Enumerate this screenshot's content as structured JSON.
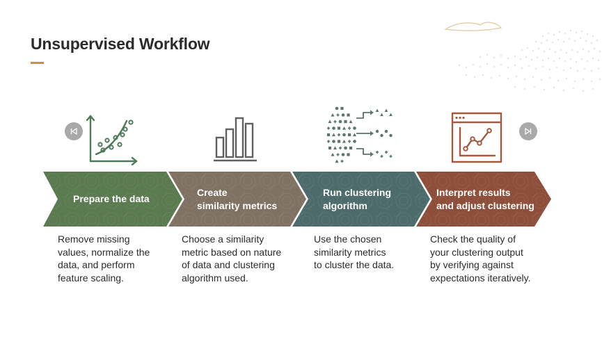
{
  "page": {
    "title": "Unsupervised Workflow"
  },
  "steps": [
    {
      "label_line1": "Prepare the data",
      "label_line2": "",
      "description": "Remove missing\nvalues, normalize the\ndata, and perform\nfeature scaling.",
      "icon": "scatter-plot-icon",
      "color": "#5a7a4f"
    },
    {
      "label_line1": "Create",
      "label_line2": "similarity metrics",
      "description": "Choose a similarity\nmetric based on nature\nof data and clustering\nalgorithm used.",
      "icon": "bar-chart-icon",
      "color": "#7f7263"
    },
    {
      "label_line1": "Run clustering",
      "label_line2": "algorithm",
      "description": "Use the chosen\nsimilarity metrics\nto cluster the data.",
      "icon": "clustering-shapes-icon",
      "color": "#4e6b6b"
    },
    {
      "label_line1": "Interpret results",
      "label_line2": "and adjust clustering",
      "description": "Check the quality of\nyour clustering output\nby verifying against\nexpectations iteratively.",
      "icon": "line-chart-window-icon",
      "color": "#8e4f3a"
    }
  ],
  "navigation": {
    "prev_icon": "skip-previous-icon",
    "next_icon": "skip-next-icon"
  },
  "colors": {
    "accent": "#c9923c",
    "icon_green": "#4f7a5a",
    "icon_gray": "#5f5f5f",
    "icon_teal": "#5b7470",
    "icon_rust": "#a25a3f"
  }
}
